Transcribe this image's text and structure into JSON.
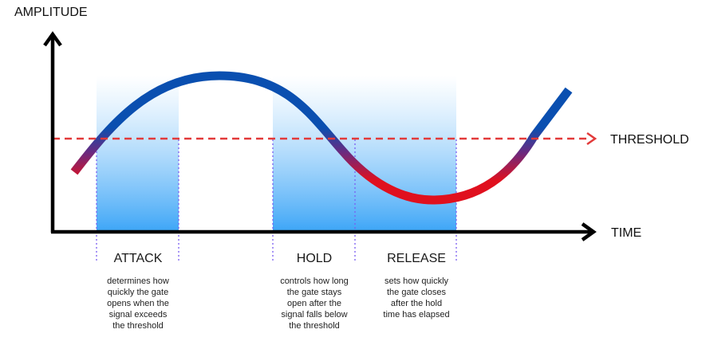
{
  "axes": {
    "y_label": "AMPLITUDE",
    "x_label": "TIME"
  },
  "threshold": {
    "label": "THRESHOLD",
    "color": "#e23a3a"
  },
  "colors": {
    "axis": "#000000",
    "above_threshold": "#0a4fb0",
    "below_threshold": "#e0101e",
    "band_top": "#ffffff",
    "band_bottom": "#3ea6f7",
    "guide": "#7a5cf0"
  },
  "phases": [
    {
      "name": "ATTACK",
      "description": [
        "determines how",
        "quickly the gate",
        "opens when the",
        "signal exceeds",
        "the threshold"
      ]
    },
    {
      "name": "HOLD",
      "description": [
        "controls how long",
        "the gate stays",
        "open after the",
        "signal falls below",
        "the threshold"
      ]
    },
    {
      "name": "RELEASE",
      "description": [
        "sets how quickly",
        "the gate closes",
        "after the hold",
        "time has elapsed"
      ]
    }
  ]
}
